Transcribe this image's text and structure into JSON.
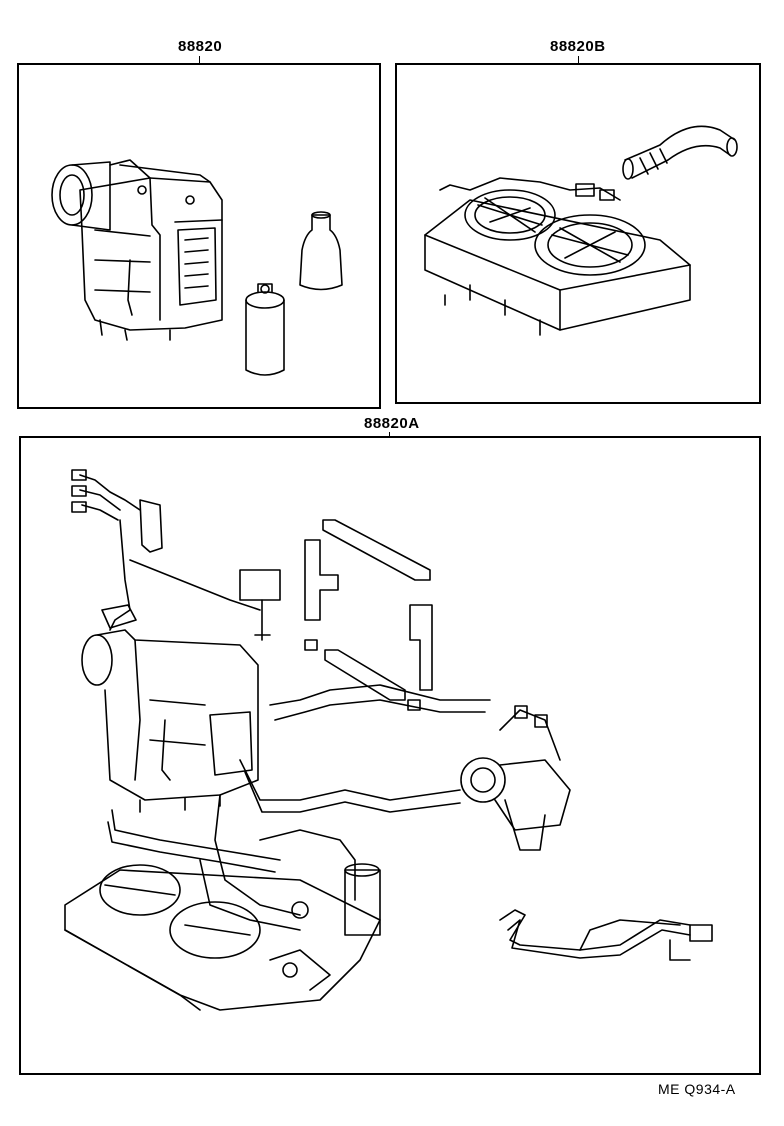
{
  "panels": {
    "kit_a": {
      "part_number": "88820"
    },
    "kit_b": {
      "part_number": "88820B"
    },
    "kit_c": {
      "part_number": "88820A"
    }
  },
  "illustration_code": "ME Q934-A",
  "line_color": "#000000",
  "background_color": "#ffffff"
}
